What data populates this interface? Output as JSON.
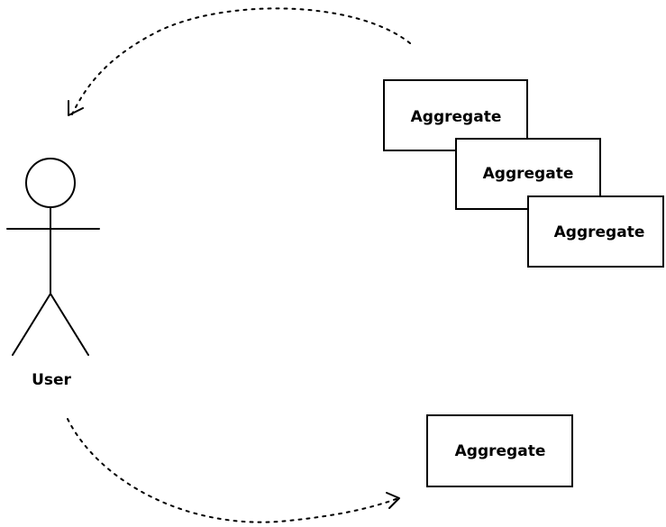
{
  "actor": {
    "label": "User"
  },
  "aggregates": [
    {
      "label": "Aggregate"
    },
    {
      "label": "Aggregate"
    },
    {
      "label": "Aggregate"
    },
    {
      "label": "Aggregate"
    }
  ]
}
